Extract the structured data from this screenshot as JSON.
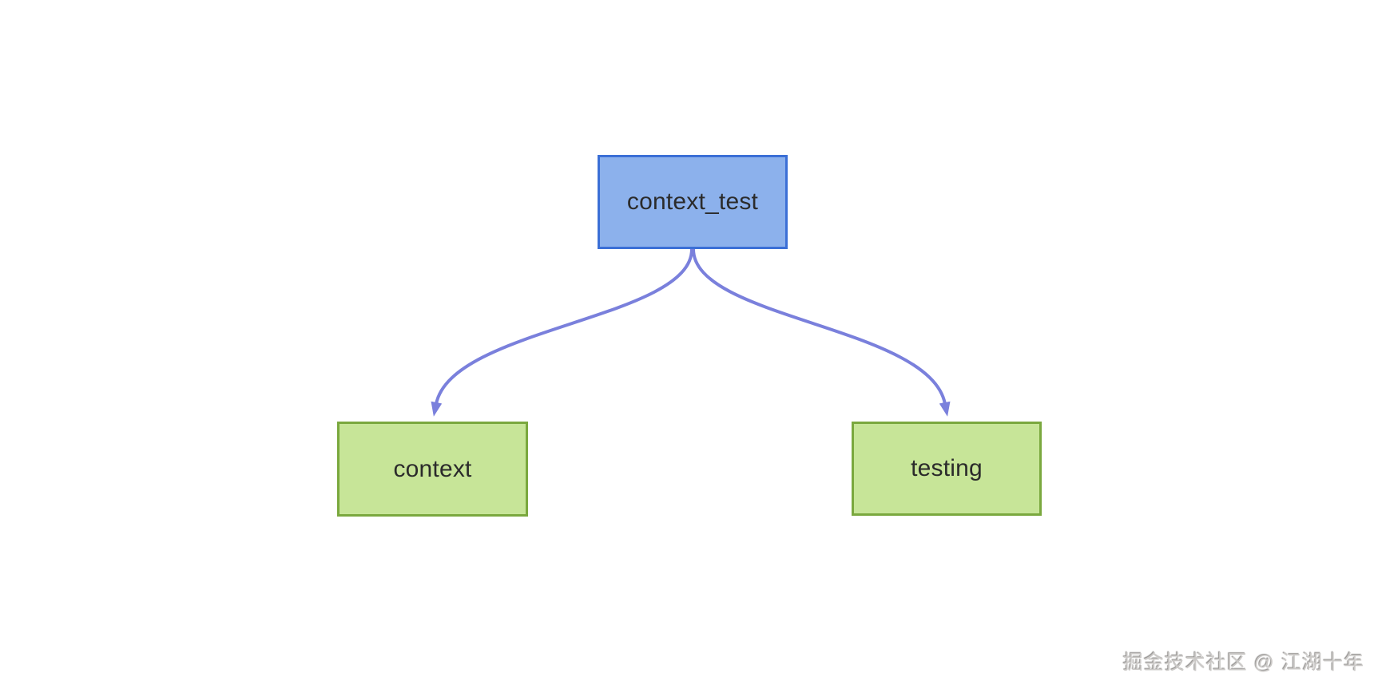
{
  "diagram": {
    "background": "#ffffff",
    "nodes": [
      {
        "id": "context_test",
        "label": "context_test",
        "fill": "#8cb1ec",
        "border": "#3b6fd6",
        "text_color": "#2b2b2b"
      },
      {
        "id": "context",
        "label": "context",
        "fill": "#c7e598",
        "border": "#7aa83e",
        "text_color": "#2b2b2b"
      },
      {
        "id": "testing",
        "label": "testing",
        "fill": "#c7e598",
        "border": "#7aa83e",
        "text_color": "#2b2b2b"
      }
    ],
    "edges": [
      {
        "from": "context_test",
        "to": "context"
      },
      {
        "from": "context_test",
        "to": "testing"
      }
    ],
    "edge_color": "#7a80dc"
  },
  "watermark": {
    "text": "掘金技术社区 @ 江湖十年"
  }
}
